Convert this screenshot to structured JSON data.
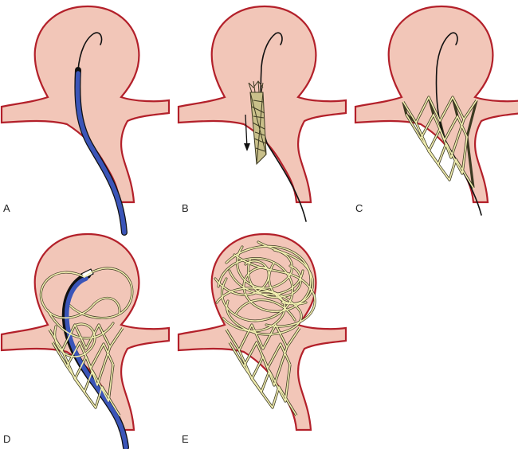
{
  "figure": {
    "panels": [
      {
        "id": "A",
        "label": "A",
        "stages": [
          "catheter-in-aneurysm"
        ]
      },
      {
        "id": "B",
        "label": "B",
        "stages": [
          "stent-delivery"
        ]
      },
      {
        "id": "C",
        "label": "C",
        "stages": [
          "stent-deployed"
        ]
      },
      {
        "id": "D",
        "label": "D",
        "stages": [
          "coil-insertion-through-stent"
        ]
      },
      {
        "id": "E",
        "label": "E",
        "stages": [
          "aneurysm-packed-with-coils"
        ]
      }
    ]
  },
  "colors": {
    "vessel_fill": "#f2c6b8",
    "vessel_wall": "#b3202a",
    "catheter": "#3b55b8",
    "stent": "#f1eeb0",
    "stent_outline": "#5a5535",
    "wire": "#111111"
  }
}
